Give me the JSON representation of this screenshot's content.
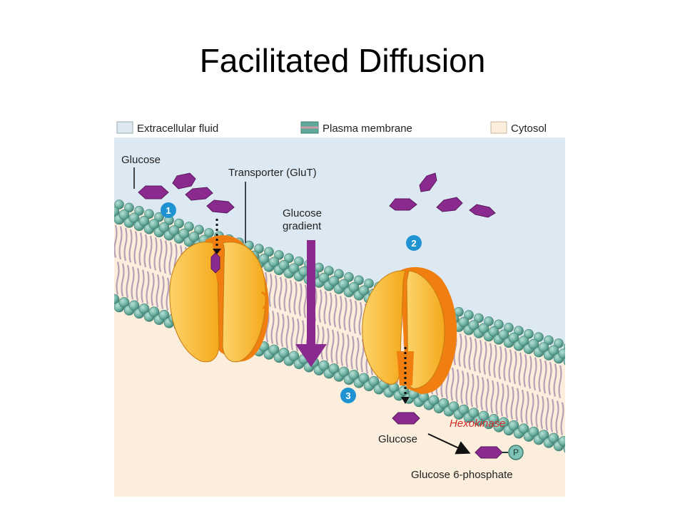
{
  "title": "Facilitated Diffusion",
  "legend": [
    {
      "label": "Extracellular fluid",
      "color": "#dde9f2"
    },
    {
      "label": "Plasma membrane",
      "color": "#5fa89a"
    },
    {
      "label": "Cytosol",
      "color": "#fbeedc"
    }
  ],
  "labels": {
    "glucose_top": "Glucose",
    "transporter": "Transporter (GluT)",
    "gradient_line1": "Glucose",
    "gradient_line2": "gradient",
    "glucose_bottom": "Glucose",
    "hexokinase": "Hexokinase",
    "product": "Glucose 6-phosphate",
    "phosphate": "P"
  },
  "steps": [
    "1",
    "2",
    "3"
  ],
  "colors": {
    "extracellular": "#dde9f2",
    "cytosol": "#fbeedc",
    "bead": "#6fb3a4",
    "tail": "#b7a0b6",
    "transporter": "#f7b323",
    "transporter_edge": "#f07f10",
    "glucose": "#8a2a8e",
    "arrow": "#8a2a8e",
    "step_badge": "#1f93d1",
    "hexokinase": "#d42a2a"
  }
}
